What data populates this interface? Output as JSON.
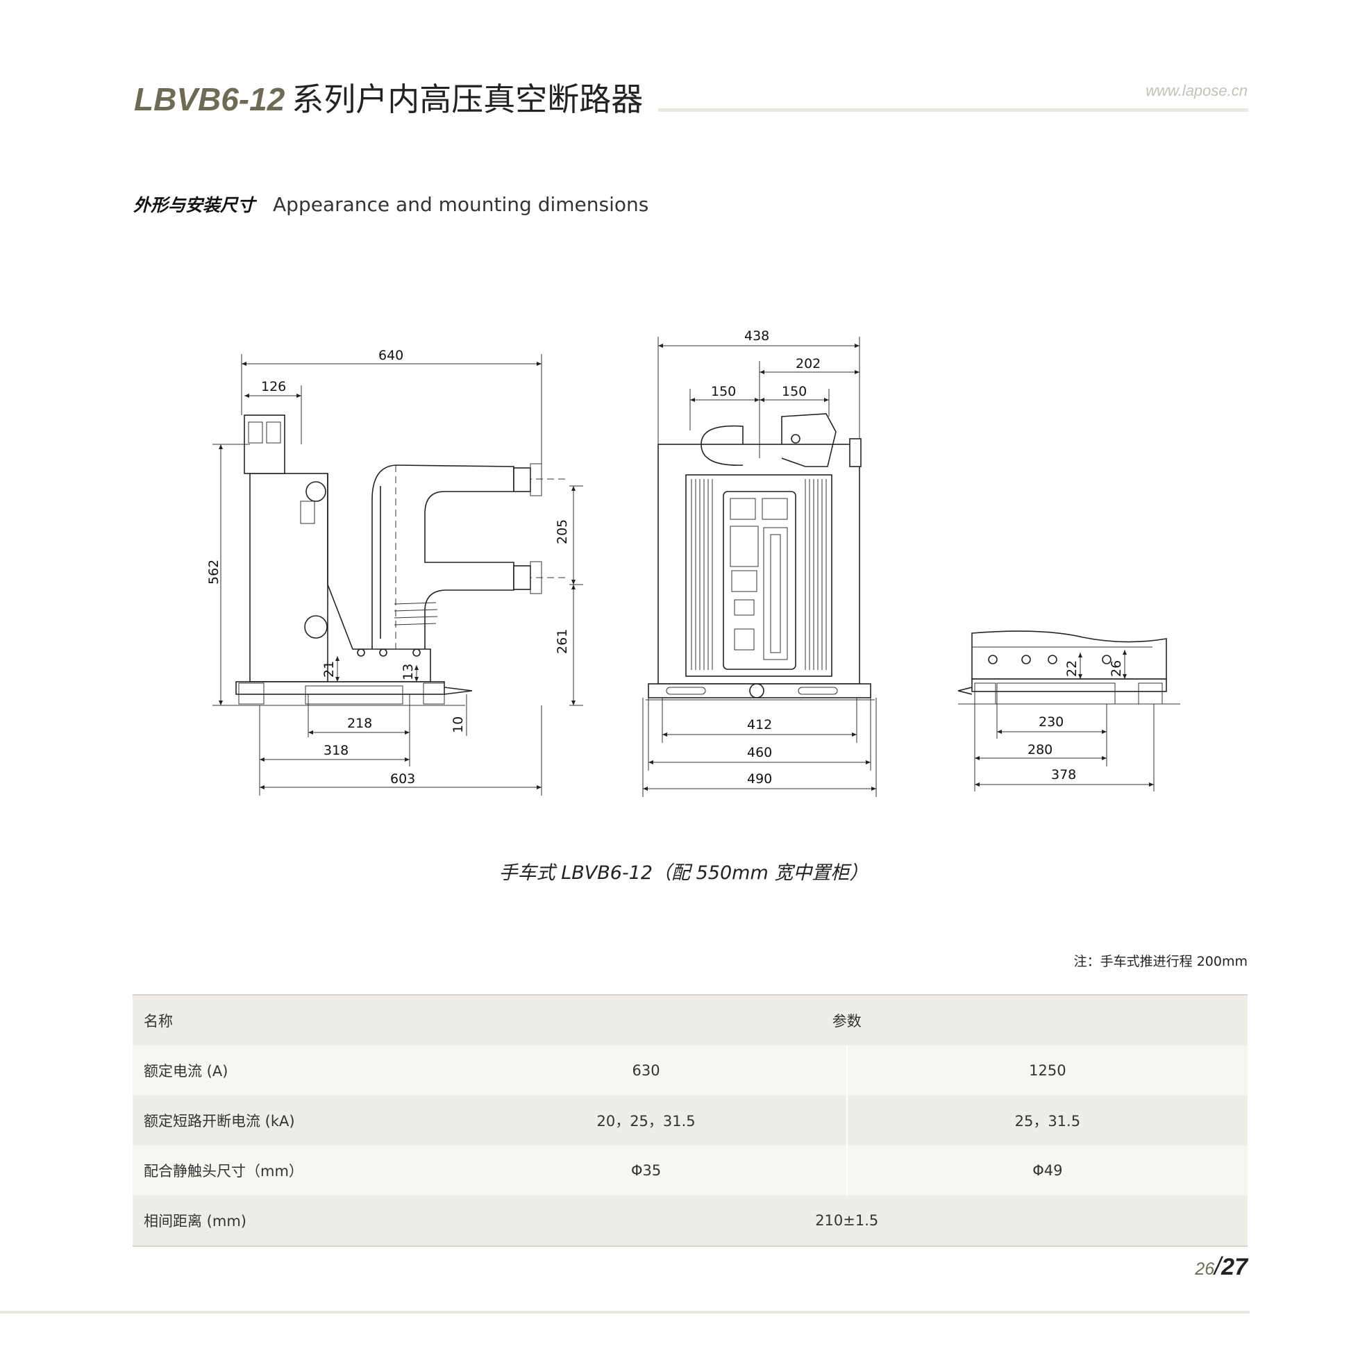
{
  "header": {
    "model": "LBVB6-12",
    "series": "系列户内高压真空断路器",
    "url": "www.lapose.cn"
  },
  "section": {
    "title_cn": "外形与安装尺寸",
    "title_en": "Appearance and mounting dimensions"
  },
  "drawing": {
    "side_view": {
      "dims": [
        "640",
        "126",
        "562",
        "205",
        "261",
        "21",
        "13",
        "218",
        "318",
        "603",
        "10"
      ]
    },
    "front_view": {
      "dims": [
        "438",
        "202",
        "150",
        "150",
        "412",
        "460",
        "490"
      ]
    },
    "trolley_view": {
      "dims": [
        "22",
        "26",
        "230",
        "280",
        "378"
      ]
    }
  },
  "caption": "手车式 LBVB6-12（配 550mm 宽中置柜）",
  "note": "注：手车式推进行程 200mm",
  "table": {
    "header": {
      "name": "名称",
      "param": "参数"
    },
    "rows": [
      {
        "name": "额定电流 (A)",
        "v1": "630",
        "v2": "1250"
      },
      {
        "name": "额定短路开断电流 (kA)",
        "v1": "20，25，31.5",
        "v2": "25，31.5"
      },
      {
        "name": "配合静触头尺寸（mm）",
        "v1": "Φ35",
        "v2": "Φ49"
      },
      {
        "name": "相间距离 (mm)",
        "v": "210±1.5"
      }
    ]
  },
  "page": {
    "current": "26",
    "slash": "/",
    "total": "27"
  },
  "colors": {
    "accent": "#6e6b55",
    "rule": "#ebe9de",
    "row_dark": "#eeede8",
    "row_light": "#f7f6f2"
  }
}
